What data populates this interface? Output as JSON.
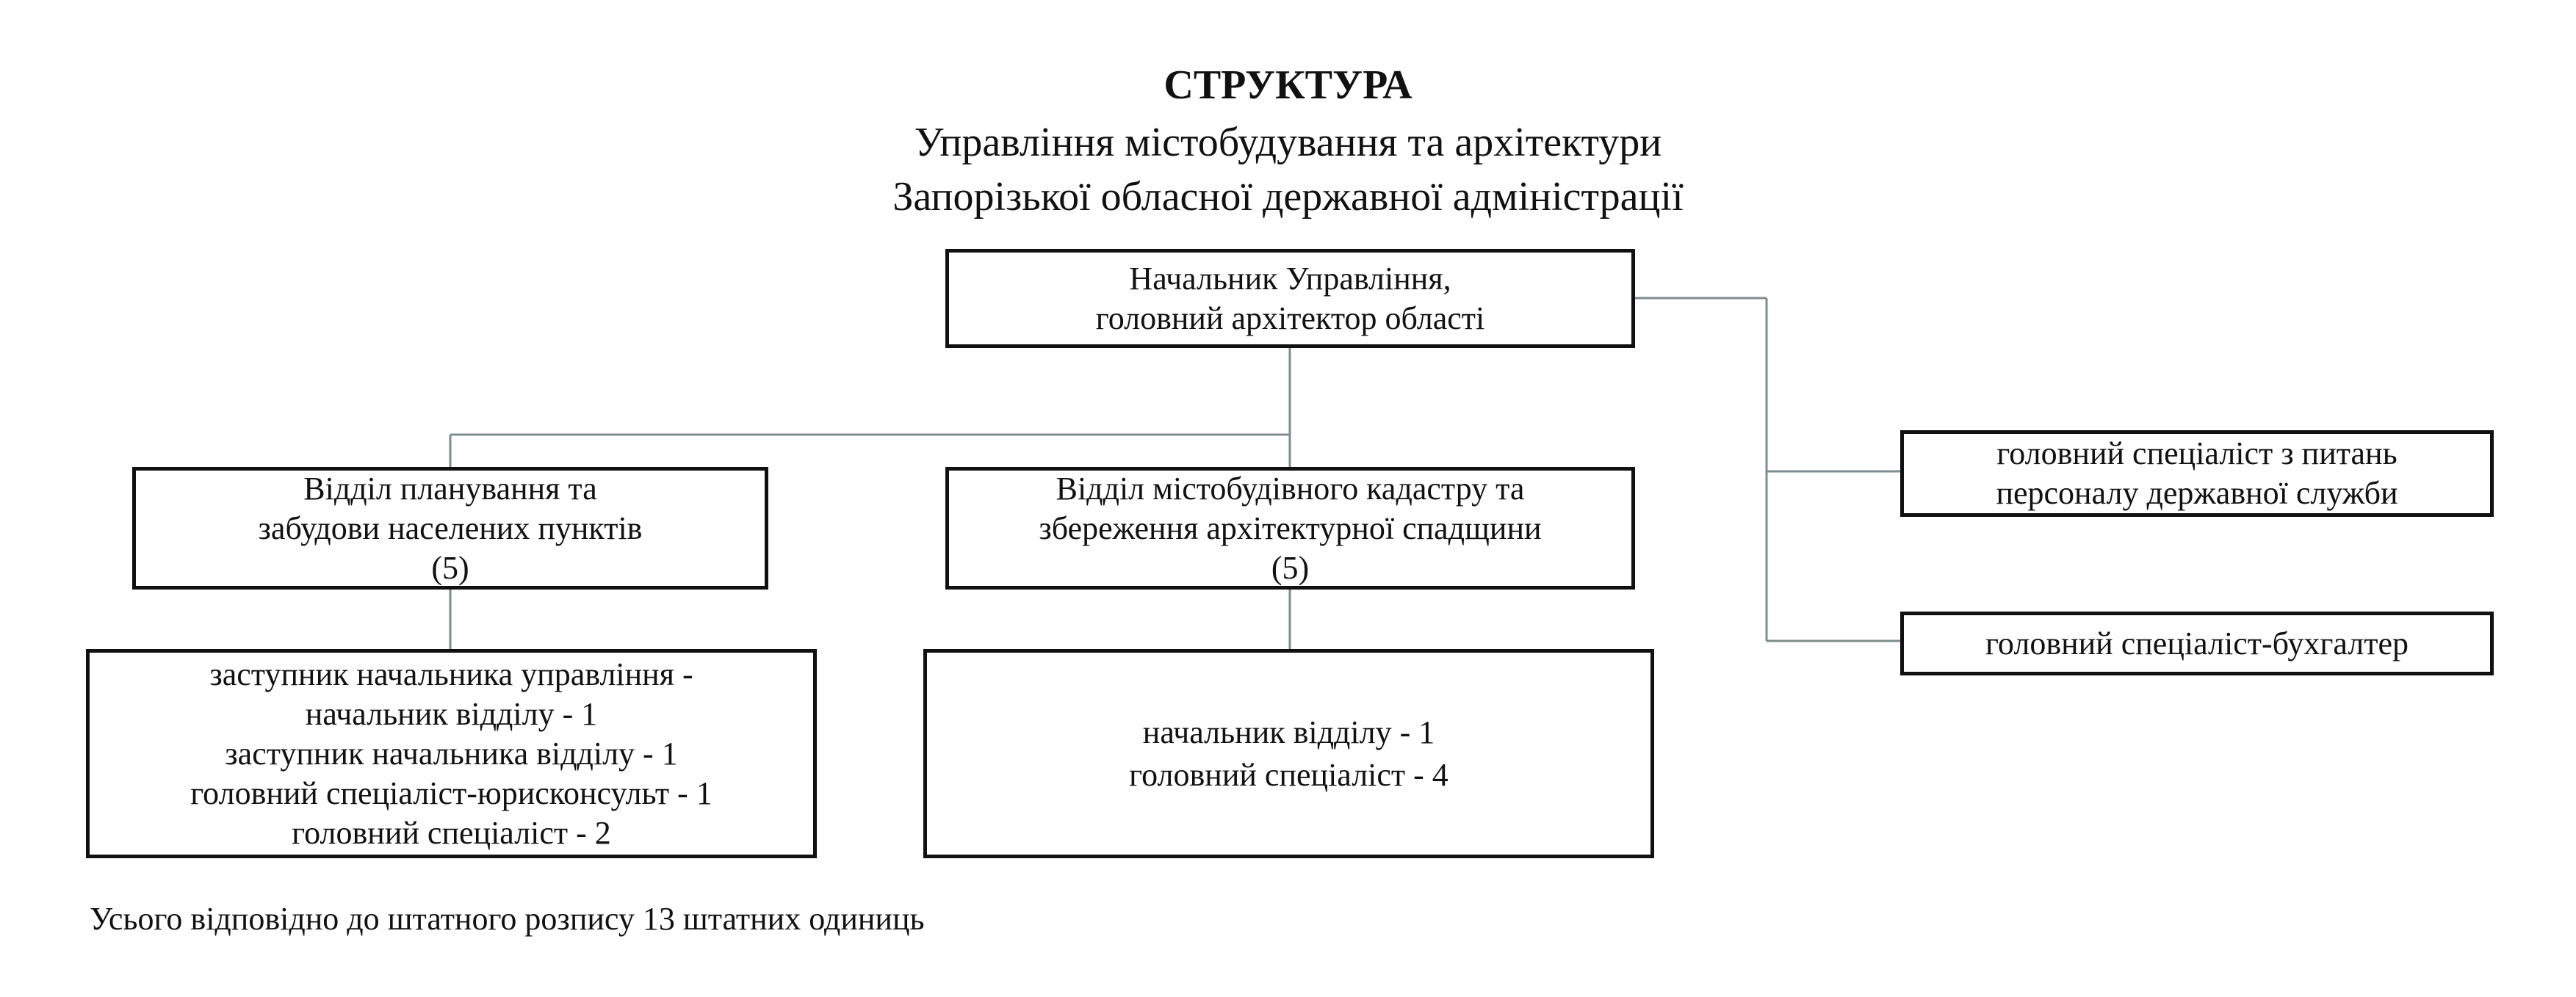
{
  "document": {
    "title": "СТРУКТУРА",
    "subtitle_line1": "Управління містобудування та архітектури",
    "subtitle_line2": "Запорізької обласної державної адміністрації"
  },
  "org_chart": {
    "head": {
      "line1": "Начальник Управління,",
      "line2": "головний архітектор області"
    },
    "department_1": {
      "line1": "Відділ планування та",
      "line2": "забудови населених пунктів",
      "count": "(5)",
      "staff": [
        "заступник начальника управління -",
        "начальник відділу - 1",
        "заступник начальника відділу - 1",
        "головний спеціаліст-юрисконсульт - 1",
        "головний спеціаліст - 2"
      ]
    },
    "department_2": {
      "line1": "Відділ містобудівного кадастру та",
      "line2": "збереження архітектурної спадщини",
      "count": "(5)",
      "staff": [
        "начальник відділу - 1",
        "головний спеціаліст - 4"
      ]
    },
    "specialist_personnel": {
      "line1": "головний спеціаліст з питань",
      "line2": "персоналу державної служби"
    },
    "specialist_accountant": {
      "line1": "головний спеціаліст-бухгалтер"
    }
  },
  "footer": {
    "total_text": "Усього відповідно до штатного розпису 13 штатних одиниць"
  },
  "colors": {
    "connector_line": "#7f8c8d",
    "box_border": "#111111",
    "text": "#111111"
  }
}
